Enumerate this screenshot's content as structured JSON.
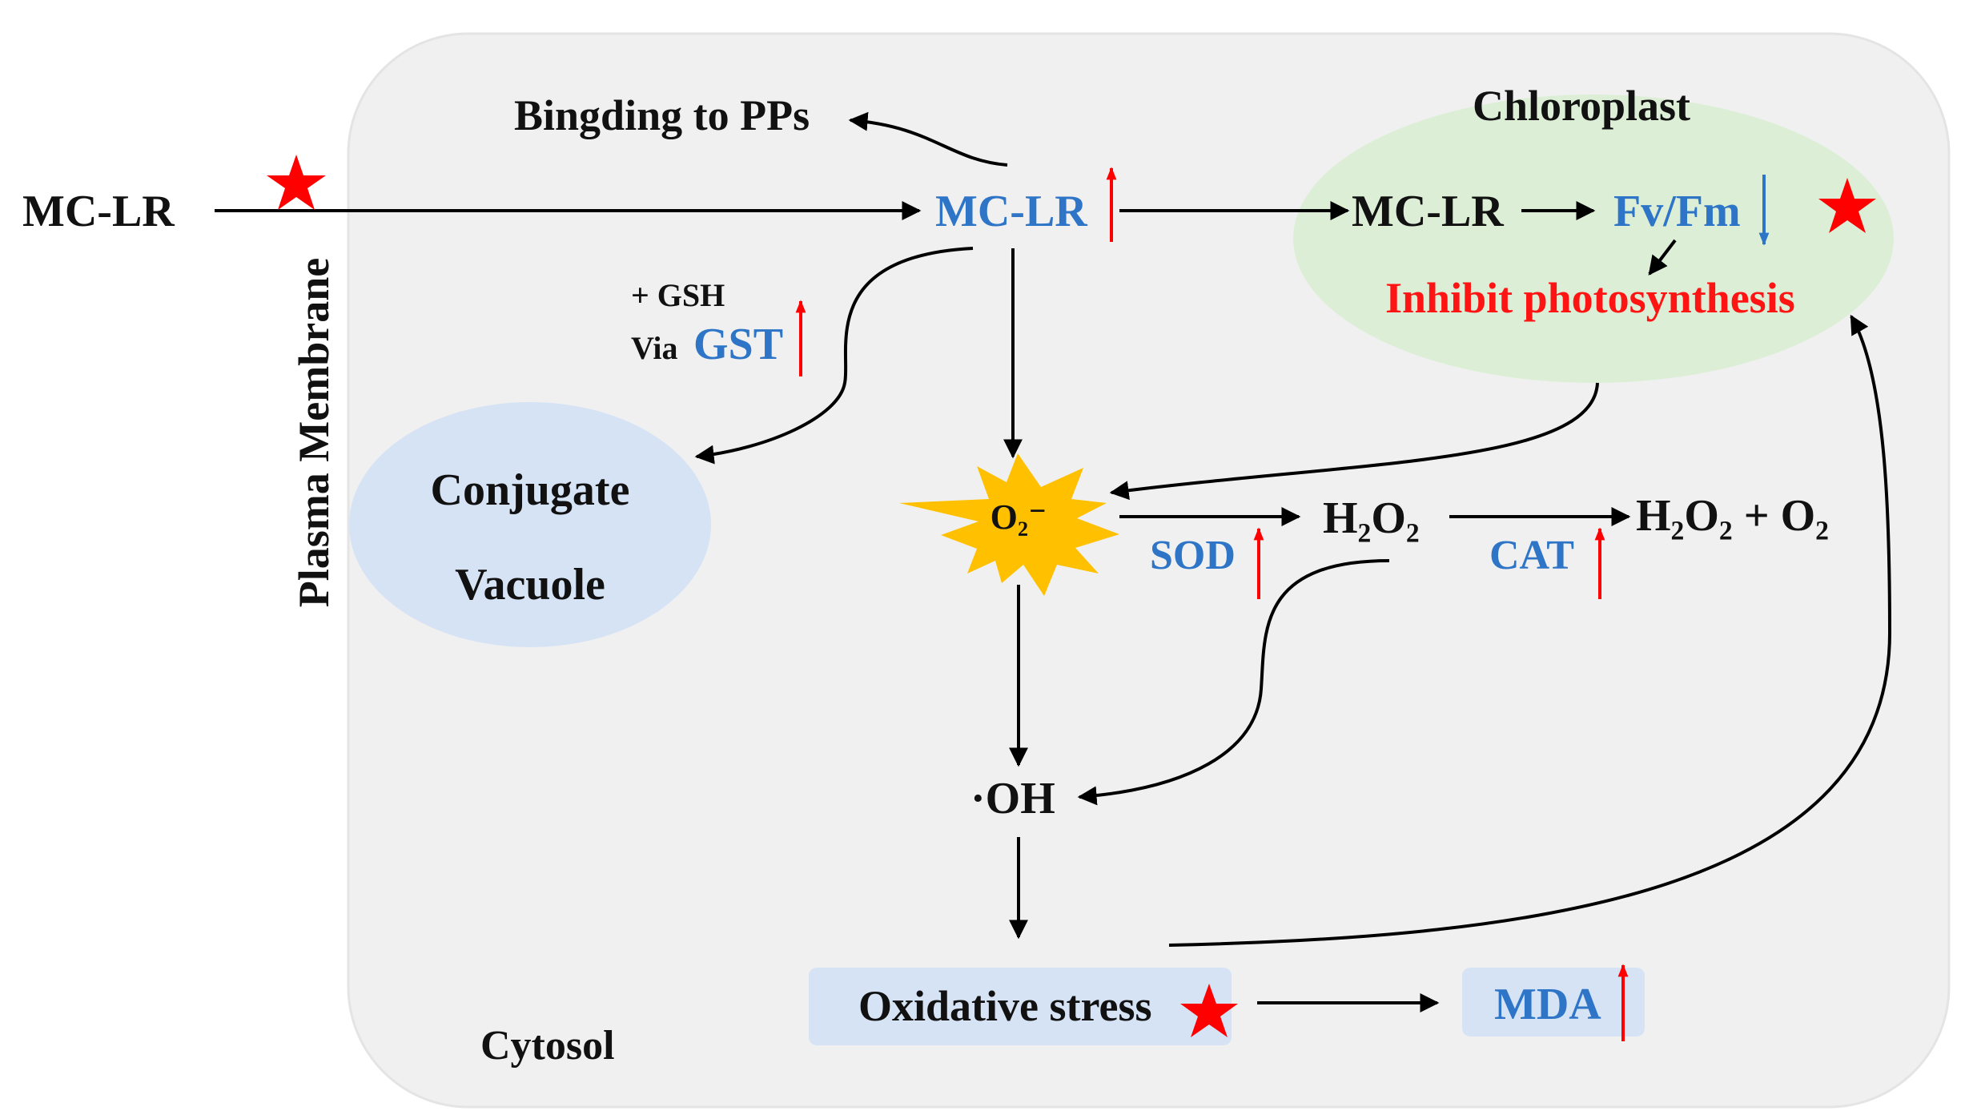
{
  "cell": {
    "membrane_label": "Plasma Membrane",
    "cytosol_label": "Cytosol"
  },
  "outside": {
    "mclr_label": "MC-LR"
  },
  "inside": {
    "mclr_label": "MC-LR",
    "binding_label": "Bingding to PPs",
    "gsh_label": "+ GSH",
    "via_label": "Via",
    "gst_label": "GST"
  },
  "vacuole": {
    "line1": "Conjugate",
    "line2": "Vacuole"
  },
  "chloroplast": {
    "title": "Chloroplast",
    "mclr_label": "MC-LR",
    "fvfm_label": "Fv/Fm",
    "inhibit_label": "Inhibit photosynthesis"
  },
  "ros": {
    "superoxide_label": "O₂⁻",
    "sod_label": "SOD",
    "h2o2_label": "H₂O₂",
    "cat_label": "CAT",
    "products_label": "H₂O₂ + O₂",
    "hydroxyl_label": "·OH"
  },
  "outcome": {
    "stress_label": "Oxidative stress",
    "mda_label": "MDA"
  },
  "colors": {
    "cell_fill": "#f0f0f0",
    "cell_stroke": "#e4e4e4",
    "chloroplast_fill": "#dcefd6",
    "vacuole_fill": "#d6e3f5",
    "box_fill": "#d6e3f5",
    "burst_fill": "#ffc000",
    "text_blue": "#2e75c8",
    "text_red": "#ff1414",
    "star": "#ff0000"
  }
}
